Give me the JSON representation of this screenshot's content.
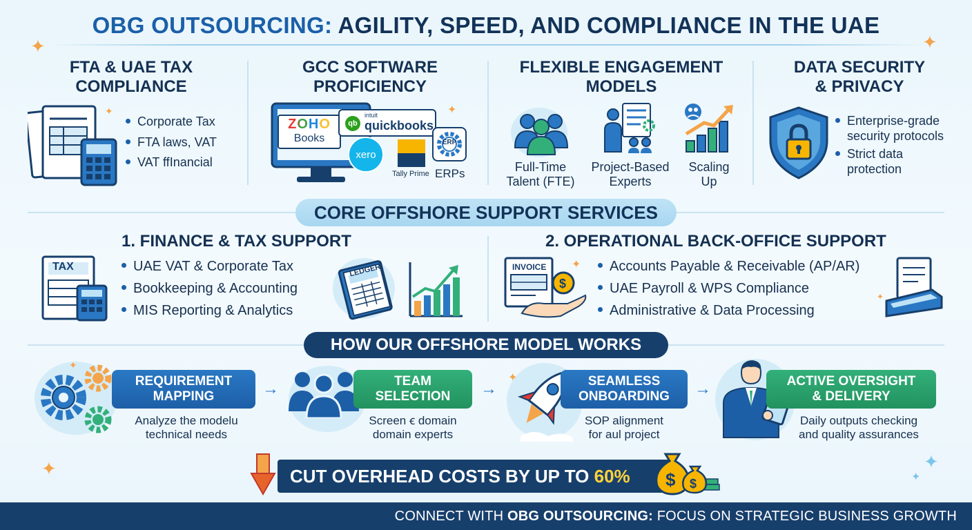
{
  "title": {
    "brand": "OBG OUTSOURCING:",
    "rest": "AGILITY, SPEED, AND COMPLIANCE IN THE UAE"
  },
  "features": {
    "tax": {
      "title_line1": "FTA & UAE TAX",
      "title_line2": "COMPLIANCE",
      "bullets": [
        "Corporate Tax",
        "FTA laws, VAT",
        "VAT ffInancial"
      ]
    },
    "software": {
      "title_line1": "GCC SOFTWARE",
      "title_line2": "PROFICIENCY",
      "logos": {
        "zoho": "ZOHO",
        "books": "Books",
        "qb_small": "intuit",
        "qb": "quickbooks.",
        "xero": "xero",
        "tally": "Tally Prime",
        "erp_badge": "ERP",
        "erps": "ERPs"
      }
    },
    "engagement": {
      "title_line1": "FLEXIBLE ENGAGEMENT",
      "title_line2": "MODELS",
      "captions": [
        {
          "line1": "Full-Time",
          "line2": "Talent (FTE)"
        },
        {
          "line1": "Project-Based",
          "line2": "Experts"
        },
        {
          "line1": "Scaling",
          "line2": "Up"
        }
      ]
    },
    "security": {
      "title_line1": "DATA SECURITY",
      "title_line2": "& PRIVACY",
      "bullets": [
        {
          "line1": "Enterprise-grade",
          "line2": "security protocols"
        },
        {
          "line1": "Strict data",
          "line2": "protection"
        }
      ]
    }
  },
  "core": {
    "banner": "CORE OFFSHORE SUPPORT SERVICES",
    "finance": {
      "title": "1. FINANCE & TAX SUPPORT",
      "tax_label": "TAX",
      "ledger_label": "LEDGER",
      "bullets": [
        "UAE VAT & Corporate Tax",
        "Bookkeeping & Accounting",
        "MIS Reporting & Analytics"
      ]
    },
    "operations": {
      "title": "2. OPERATIONAL BACK-OFFICE SUPPORT",
      "invoice_label": "INVOICE",
      "bullets": [
        "Accounts Payable & Receivable (AP/AR)",
        "UAE Payroll & WPS Compliance",
        "Administrative & Data Processing"
      ]
    }
  },
  "how": {
    "banner": "HOW OUR OFFSHORE MODEL WORKS",
    "steps": [
      {
        "line1": "REQUIREMENT",
        "line2": "MAPPING",
        "desc1": "Analyze the modelu",
        "desc2": "technical needs"
      },
      {
        "line1": "TEAM",
        "line2": "SELECTION",
        "desc1": "Screen  ꞓ domain",
        "desc2": "domain experts"
      },
      {
        "line1": "SEAMLESS",
        "line2": "ONBOARDING",
        "desc1": "SOP alignment",
        "desc2": "for aul project"
      },
      {
        "line1": "ACTIVE OVERSIGHT",
        "line2": "& DELIVERY",
        "desc1": "Daily outputs checking",
        "desc2": "and quality assurances"
      }
    ]
  },
  "savings": {
    "text": "CUT OVERHEAD COSTS BY UP TO",
    "percent": "60%"
  },
  "footer": {
    "prefix": "CONNECT WITH",
    "brand": "OBG OUTSOURCING:",
    "suffix": "FOCUS ON STRATEGIC BUSINESS GROWTH"
  },
  "colors": {
    "navy": "#173f6c",
    "blue": "#1d5fa7",
    "green": "#22925f",
    "gold": "#ffd23a",
    "orange": "#f4a44a"
  }
}
